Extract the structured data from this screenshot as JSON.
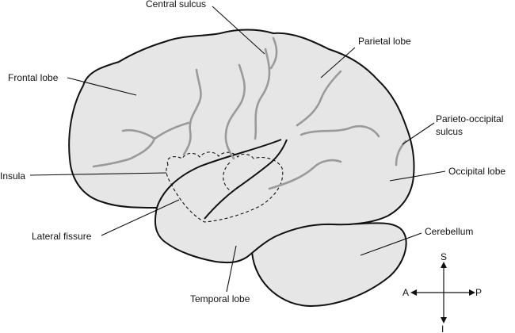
{
  "labels": {
    "central_sulcus": "Central sulcus",
    "parietal_lobe": "Parietal lobe",
    "frontal_lobe": "Frontal lobe",
    "parieto_occipital_line1": "Parieto-occipital",
    "parieto_occipital_line2": "sulcus",
    "occipital_lobe": "Occipital lobe",
    "insula": "Insula",
    "lateral_fissure": "Lateral fissure",
    "cerebellum": "Cerebellum",
    "temporal_lobe": "Temporal lobe"
  },
  "compass": {
    "superior": "S",
    "anterior": "A",
    "posterior": "P",
    "inferior": "I"
  },
  "colors": {
    "fill": "#e6e6e6",
    "outline": "#111111",
    "sulci": "#9a9a9a"
  }
}
